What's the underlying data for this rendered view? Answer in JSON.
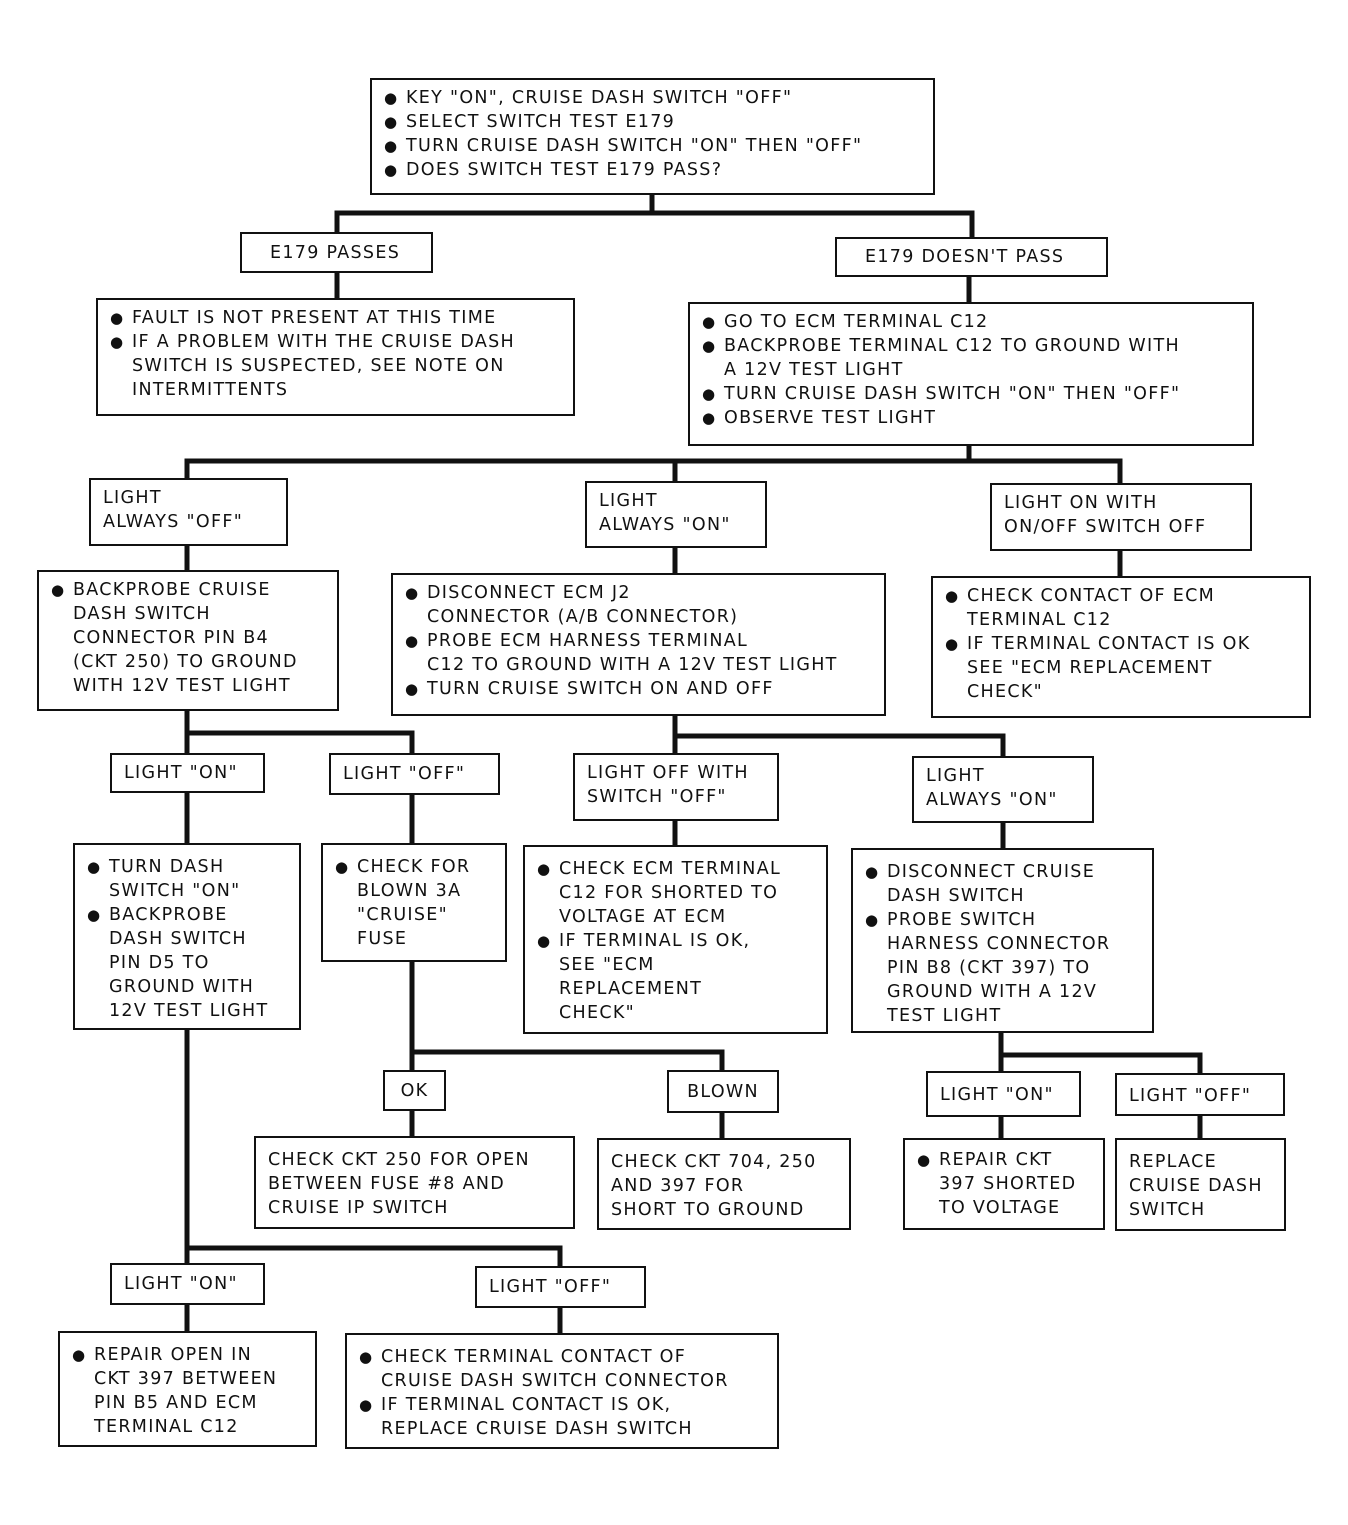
{
  "boxes": {
    "start": {
      "items": [
        "KEY \"ON\", CRUISE DASH SWITCH \"OFF\"",
        "SELECT SWITCH TEST E179",
        "TURN CRUISE DASH SWITCH \"ON\" THEN \"OFF\"",
        "DOES SWITCH TEST E179 PASS?"
      ]
    },
    "e179_passes": {
      "text": "E179 PASSES"
    },
    "e179_doesnt_pass": {
      "text": "E179 DOESN'T PASS"
    },
    "fault_not_present": {
      "items": [
        "FAULT IS NOT PRESENT AT THIS TIME",
        "IF A PROBLEM WITH THE CRUISE DASH\nSWITCH IS SUSPECTED, SEE NOTE ON\nINTERMITTENTS"
      ]
    },
    "go_to_ecm": {
      "items": [
        "GO TO ECM TERMINAL C12",
        "BACKPROBE TERMINAL C12 TO GROUND WITH\nA 12V TEST LIGHT",
        "TURN CRUISE DASH SWITCH \"ON\" THEN \"OFF\"",
        "OBSERVE TEST LIGHT"
      ]
    },
    "light_always_off": {
      "text": "LIGHT\nALWAYS \"OFF\""
    },
    "light_always_on": {
      "text": "LIGHT\nALWAYS \"ON\""
    },
    "light_on_switch_off": {
      "text": "LIGHT ON WITH\nON/OFF SWITCH OFF"
    },
    "backprobe_b4": {
      "items": [
        "BACKPROBE CRUISE\nDASH SWITCH\nCONNECTOR PIN B4\n(CKT 250) TO GROUND\nWITH 12V TEST LIGHT"
      ]
    },
    "disconnect_j2": {
      "items": [
        "DISCONNECT ECM J2\nCONNECTOR (A/B CONNECTOR)",
        "PROBE ECM HARNESS TERMINAL\nC12 TO GROUND WITH A 12V TEST LIGHT",
        "TURN CRUISE SWITCH ON AND OFF"
      ]
    },
    "check_contact_c12": {
      "items": [
        "CHECK CONTACT OF ECM\nTERMINAL C12",
        "IF TERMINAL CONTACT IS OK\nSEE \"ECM REPLACEMENT\nCHECK\""
      ]
    },
    "b4_light_on": {
      "text": "LIGHT \"ON\""
    },
    "b4_light_off": {
      "text": "LIGHT \"OFF\""
    },
    "light_off_switch_off": {
      "text": "LIGHT OFF WITH\nSWITCH \"OFF\""
    },
    "light_always_on_2": {
      "text": "LIGHT\nALWAYS \"ON\""
    },
    "turn_dash_switch": {
      "items": [
        "TURN DASH\nSWITCH \"ON\"",
        "BACKPROBE\nDASH SWITCH\nPIN D5 TO\nGROUND WITH\n12V TEST LIGHT"
      ]
    },
    "check_fuse": {
      "items": [
        "CHECK FOR\nBLOWN 3A\n\"CRUISE\"\nFUSE"
      ]
    },
    "check_ecm_shorted": {
      "items": [
        "CHECK ECM TERMINAL\nC12 FOR SHORTED TO\nVOLTAGE AT ECM",
        "IF TERMINAL IS OK,\nSEE \"ECM\nREPLACEMENT\nCHECK\""
      ]
    },
    "disconnect_dash_switch": {
      "items": [
        "DISCONNECT CRUISE\nDASH SWITCH",
        "PROBE SWITCH\nHARNESS CONNECTOR\nPIN B8 (CKT 397) TO\nGROUND WITH A 12V\nTEST LIGHT"
      ]
    },
    "fuse_ok": {
      "text": "OK"
    },
    "fuse_blown": {
      "text": "BLOWN"
    },
    "b8_light_on": {
      "text": "LIGHT \"ON\""
    },
    "b8_light_off": {
      "text": "LIGHT \"OFF\""
    },
    "check_ckt_250": {
      "text": "CHECK CKT 250 FOR OPEN\nBETWEEN FUSE #8 AND\nCRUISE IP SWITCH"
    },
    "check_ckt_704": {
      "text": "CHECK CKT 704, 250\nAND 397 FOR\nSHORT TO GROUND"
    },
    "repair_397_shorted": {
      "items": [
        "REPAIR CKT\n397 SHORTED\nTO VOLTAGE"
      ]
    },
    "replace_dash_switch": {
      "text": "REPLACE\nCRUISE DASH\nSWITCH"
    },
    "d5_light_on": {
      "text": "LIGHT \"ON\""
    },
    "d5_light_off": {
      "text": "LIGHT \"OFF\""
    },
    "repair_open_397": {
      "items": [
        "REPAIR OPEN IN\nCKT 397 BETWEEN\nPIN B5 AND ECM\nTERMINAL C12"
      ]
    },
    "check_terminal_contact": {
      "items": [
        "CHECK TERMINAL CONTACT OF\nCRUISE DASH SWITCH CONNECTOR",
        "IF TERMINAL CONTACT IS OK,\nREPLACE CRUISE DASH SWITCH"
      ]
    }
  }
}
